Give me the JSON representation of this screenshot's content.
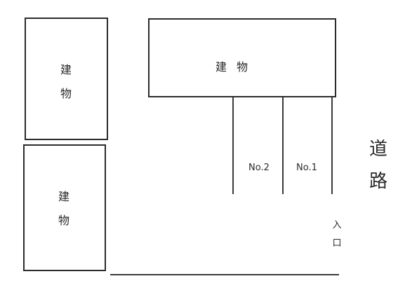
{
  "map": {
    "buildings": {
      "left_top": {
        "label_chars": [
          "建",
          "物"
        ]
      },
      "left_bottom": {
        "label_chars": [
          "建",
          "物"
        ]
      },
      "top": {
        "label": "建物"
      }
    },
    "parking": {
      "spaces": [
        {
          "label": "No.2"
        },
        {
          "label": "No.1"
        }
      ]
    },
    "road": {
      "label_chars": [
        "道",
        "路"
      ]
    },
    "entrance": {
      "label_chars": [
        "入",
        "口"
      ]
    }
  }
}
